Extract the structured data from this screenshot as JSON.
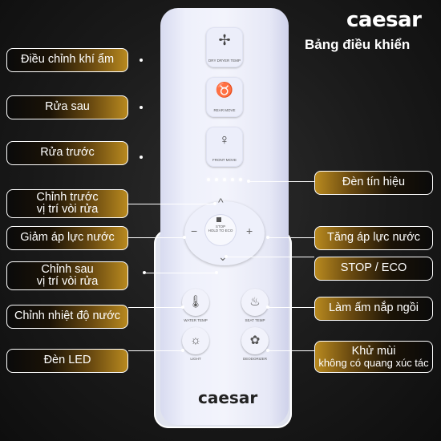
{
  "brand": "caesar",
  "subtitle": "Bảng điều khiển",
  "left_labels": [
    {
      "id": "humidity",
      "text": "Điều chỉnh khí ẩm"
    },
    {
      "id": "rear",
      "text": "Rửa sau"
    },
    {
      "id": "front",
      "text": "Rửa trước"
    },
    {
      "id": "nozzle_forward",
      "line1": "Chỉnh trước",
      "line2": "vị trí vòi rửa"
    },
    {
      "id": "pressure_down",
      "text": "Giảm áp lực nước"
    },
    {
      "id": "nozzle_back",
      "line1": "Chỉnh sau",
      "line2": "vị trí vòi rửa"
    },
    {
      "id": "water_temp",
      "text": "Chỉnh nhiệt độ nước"
    },
    {
      "id": "led",
      "text": "Đèn LED"
    }
  ],
  "right_labels": [
    {
      "id": "signal",
      "text": "Đèn tín hiệu"
    },
    {
      "id": "pressure_up",
      "text": "Tăng áp lực nước"
    },
    {
      "id": "stop",
      "text": "STOP / ECO"
    },
    {
      "id": "seat_warm",
      "text": "Làm ấm nắp ngồi"
    },
    {
      "id": "deodorize",
      "line1": "Khử mùi",
      "line2": "không có quang xúc tác"
    }
  ],
  "remote": {
    "keys": [
      {
        "label": "DRY DRYER TEMP",
        "icon": "fan-icon"
      },
      {
        "label": "REAR MOVE",
        "icon": "rear-wash-icon"
      },
      {
        "label": "FRONT MOVE",
        "icon": "front-wash-icon"
      }
    ],
    "dial": {
      "up": "^",
      "down": "⌄",
      "minus": "−",
      "plus": "+",
      "center_text": "STOP\nHOLD TO ECO"
    },
    "round_keys": [
      {
        "label": "WATER TEMP",
        "icon": "water-temp-icon"
      },
      {
        "label": "SEAT TEMP",
        "icon": "seat-temp-icon"
      },
      {
        "label": "LIGHT",
        "icon": "light-icon"
      },
      {
        "label": "DEODORIZER",
        "icon": "deodorizer-icon"
      }
    ],
    "brand": "caesar"
  }
}
